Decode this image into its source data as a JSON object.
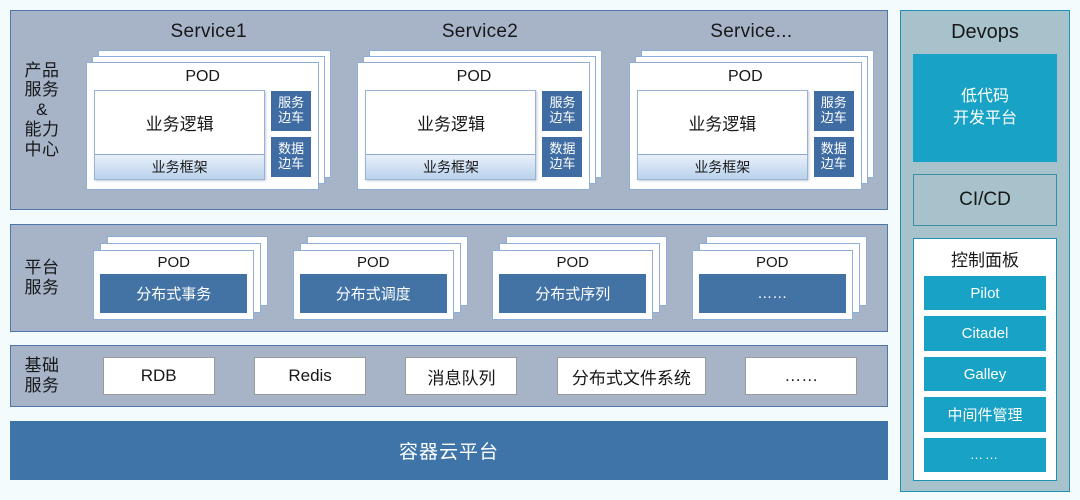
{
  "bands": {
    "product": {
      "label_lines": [
        "产品",
        "服务",
        "&",
        "能力",
        "中心"
      ],
      "services": [
        {
          "title": "Service1",
          "pod_title": "POD",
          "business_logic": "业务逻辑",
          "business_framework": "业务框架",
          "sidecars": [
            {
              "line1": "服务",
              "line2": "边车"
            },
            {
              "line1": "数据",
              "line2": "边车"
            }
          ]
        },
        {
          "title": "Service2",
          "pod_title": "POD",
          "business_logic": "业务逻辑",
          "business_framework": "业务框架",
          "sidecars": [
            {
              "line1": "服务",
              "line2": "边车"
            },
            {
              "line1": "数据",
              "line2": "边车"
            }
          ]
        },
        {
          "title": "Service...",
          "pod_title": "POD",
          "business_logic": "业务逻辑",
          "business_framework": "业务框架",
          "sidecars": [
            {
              "line1": "服务",
              "line2": "边车"
            },
            {
              "line1": "数据",
              "line2": "边车"
            }
          ]
        }
      ]
    },
    "platform": {
      "label_lines": [
        "平台",
        "服务"
      ],
      "pods": [
        {
          "pod_title": "POD",
          "name": "分布式事务"
        },
        {
          "pod_title": "POD",
          "name": "分布式调度"
        },
        {
          "pod_title": "POD",
          "name": "分布式序列"
        },
        {
          "pod_title": "POD",
          "name": "……"
        }
      ]
    },
    "infra": {
      "label_lines": [
        "基础",
        "服务"
      ],
      "items": [
        "RDB",
        "Redis",
        "消息队列",
        "分布式文件系统",
        "……"
      ]
    }
  },
  "container_cloud": {
    "label": "容器云平台"
  },
  "devops": {
    "title": "Devops",
    "lowcode": {
      "line1": "低代码",
      "line2": "开发平台"
    },
    "cicd": "CI/CD",
    "control_panel": {
      "title": "控制面板",
      "buttons": [
        "Pilot",
        "Citadel",
        "Galley",
        "中间件管理",
        "……"
      ]
    }
  },
  "colors": {
    "page_background": "#f4fbfd",
    "band_fill": "#a7b4c8",
    "band_border": "#4e76ab",
    "pod_card": "#ffffff",
    "pod_border": "#8faed6",
    "sidecar_fill": "#3f6ca2",
    "platform_fill": "#4273a4",
    "container_cloud_fill": "#3f74a8",
    "devops_fill": "#a8c2cb",
    "devops_border": "#1c93b4",
    "teal_accent": "#18a2c6",
    "infra_box_border": "#9a9a9a",
    "biz_frame_gradient_top": "#e8f0fa",
    "biz_frame_gradient_bottom": "#b9d2ec"
  }
}
